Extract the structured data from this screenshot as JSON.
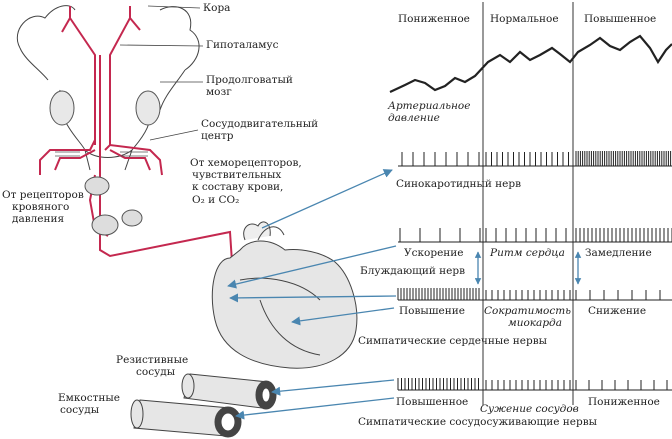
{
  "brain": {
    "cortex": "Кора",
    "hypothalamus": "Гипоталамус",
    "medulla_line1": "Продолговатый",
    "medulla_line2": "мозг",
    "vasomotor_line1": "Сосудодвигательный",
    "vasomotor_line2": "центр"
  },
  "receptors": {
    "baro_line1": "От рецепторов",
    "baro_line2": "кровяного",
    "baro_line3": "давления",
    "chemo_line1": "От хеморецепторов,",
    "chemo_line2": "чувствительных",
    "chemo_line3": "к составу крови,",
    "chemo_line4": "O₂ и CO₂"
  },
  "pressure_states": {
    "low": "Пониженное",
    "normal": "Нормальное",
    "high": "Повышенное"
  },
  "traces": {
    "arterial_line1": "Артериальное",
    "arterial_line2": "давление",
    "carotid_sinus_nerve": "Синокаротидный нерв",
    "vagus_nerve": "Блуждающий нерв",
    "sympathetic_cardiac": "Симпатические сердечные нервы",
    "sympathetic_vasoconstrictor": "Симпатические сосудосуживающие нервы"
  },
  "heart_rate": {
    "increase": "Ускорение",
    "rhythm": "Ритм сердца",
    "decrease": "Замедление"
  },
  "contractility": {
    "increase": "Повышение",
    "label_line1": "Сократимость",
    "label_line2": "миокарда",
    "decrease": "Снижение"
  },
  "vessels": {
    "resistive_line1": "Резистивные",
    "resistive_line2": "сосуды",
    "capacitive_line1": "Емкостные",
    "capacitive_line2": "сосуды",
    "increased": "Повышенное",
    "constriction": "Сужение сосудов",
    "decreased": "Пониженное"
  },
  "colors": {
    "nerve_red": "#c4284f",
    "ink": "#222222",
    "arrow_blue": "#4a86b0",
    "heart_fill": "#e6e6e6"
  }
}
